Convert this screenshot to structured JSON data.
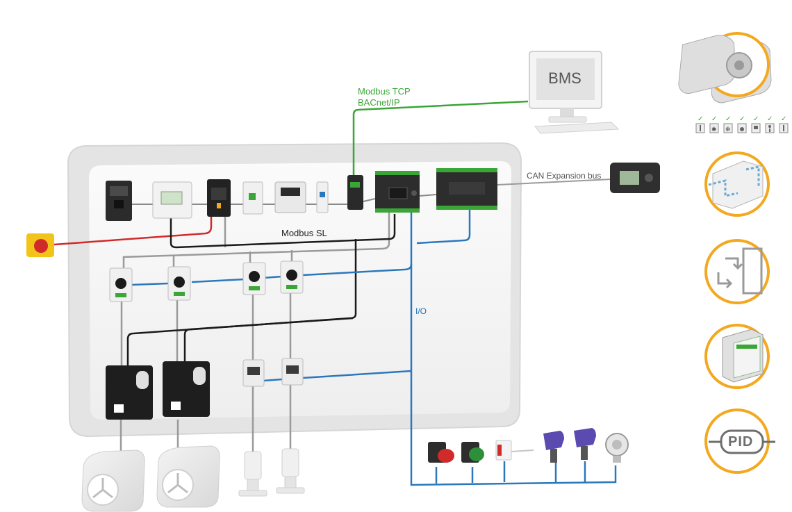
{
  "labels": {
    "modbus_tcp": "Modbus TCP",
    "bacnet_ip": "BACnet/IP",
    "bms": "BMS",
    "can_bus": "CAN Expansion bus",
    "modbus_sl": "Modbus SL",
    "io": "I/O",
    "pid": "PID"
  },
  "colors": {
    "ethernet": "#3aa635",
    "modbus": "#1a1a1a",
    "io_bus": "#2a78bb",
    "power": "#d12a2a",
    "can": "#9a9a9a",
    "accent": "#f3a81f"
  },
  "feature_icons": [
    "hvac-unit-icon",
    "duct-airflow-icon",
    "door-icon",
    "controller-module-icon",
    "pid-icon"
  ],
  "status_icons": [
    "thermometer-icon",
    "snowflake-icon",
    "frost-icon",
    "humidity-icon",
    "display-icon",
    "person-icon",
    "thermometer-icon"
  ]
}
